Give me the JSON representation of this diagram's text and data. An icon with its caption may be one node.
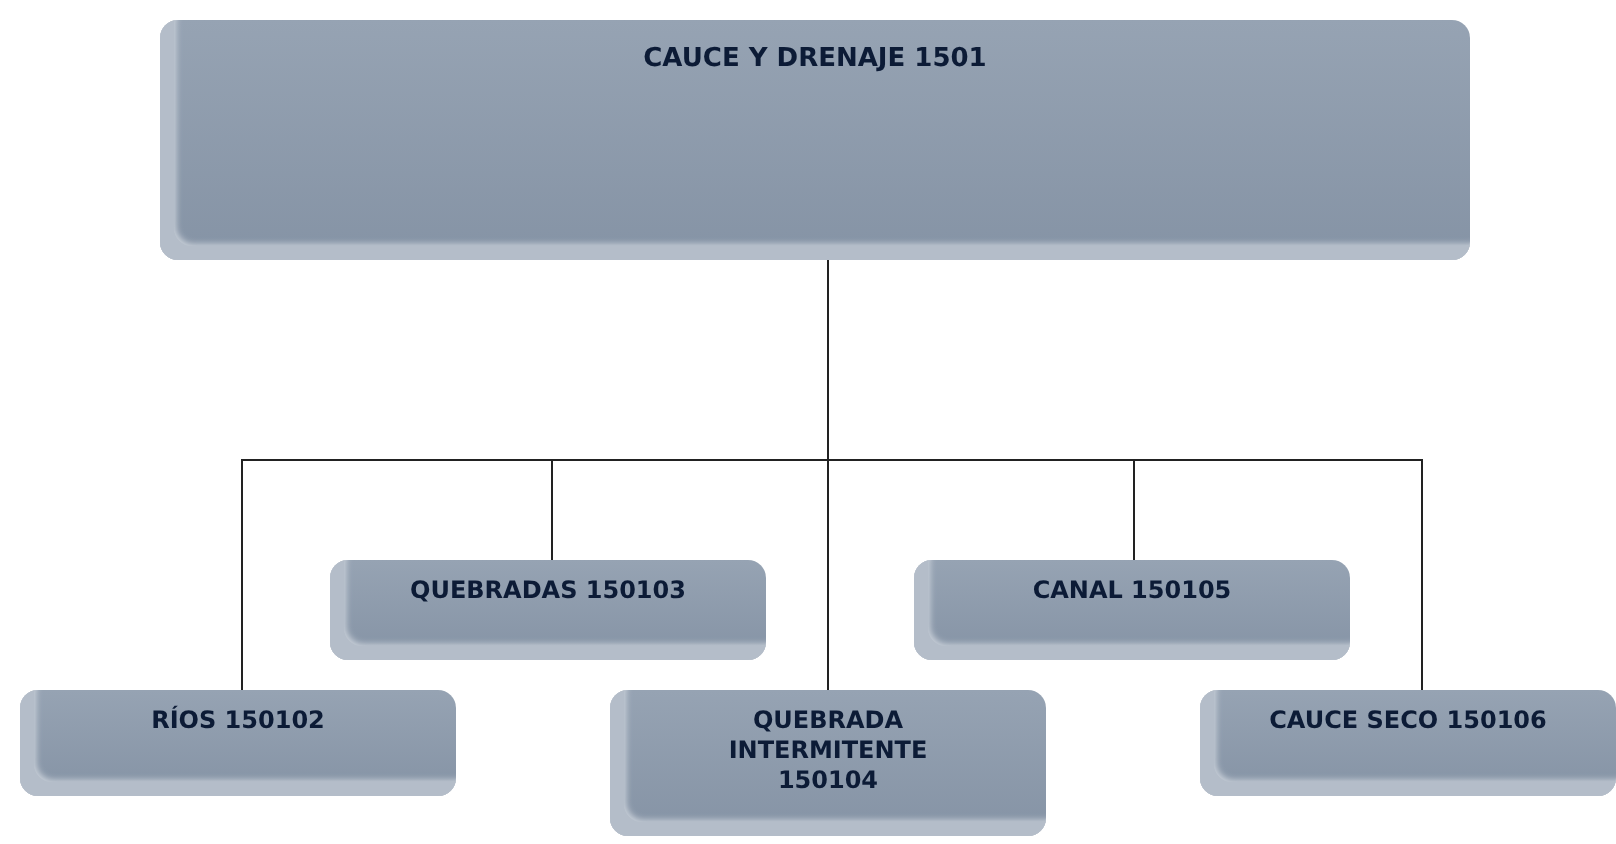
{
  "diagram": {
    "nodes": [
      {
        "text": [
          "CAUCE Y DRENAJE 1501"
        ]
      },
      {
        "text": [
          "RÍOS 150102"
        ]
      },
      {
        "text": [
          "QUEBRADAS 150103"
        ]
      },
      {
        "text": [
          "QUEBRADA INTERMITENTE 150104"
        ]
      },
      {
        "text": [
          "CANAL 150105"
        ]
      },
      {
        "text": [
          "CAUCE SECO 150106"
        ]
      }
    ],
    "edges": [
      {
        "from": 0,
        "to": 1,
        "arrow": "none"
      },
      {
        "from": 0,
        "to": 2,
        "arrow": "none"
      },
      {
        "from": 0,
        "to": 3,
        "arrow": "none"
      },
      {
        "from": 0,
        "to": 4,
        "arrow": "none"
      },
      {
        "from": 0,
        "to": 5,
        "arrow": "none"
      }
    ]
  }
}
